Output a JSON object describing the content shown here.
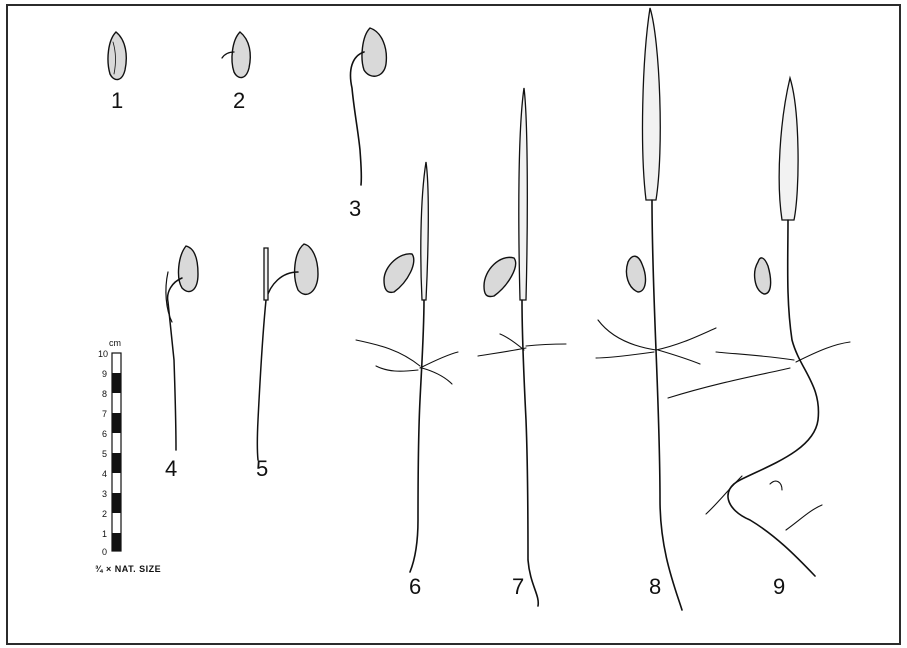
{
  "figure": {
    "stages": [
      {
        "id": "1",
        "label": "1"
      },
      {
        "id": "2",
        "label": "2"
      },
      {
        "id": "3",
        "label": "3"
      },
      {
        "id": "4",
        "label": "4"
      },
      {
        "id": "5",
        "label": "5"
      },
      {
        "id": "6",
        "label": "6"
      },
      {
        "id": "7",
        "label": "7"
      },
      {
        "id": "8",
        "label": "8"
      },
      {
        "id": "9",
        "label": "9"
      }
    ],
    "scale_bar": {
      "unit": "cm",
      "ticks": [
        "10",
        "9",
        "8",
        "7",
        "6",
        "5",
        "4",
        "3",
        "2",
        "1",
        "0"
      ],
      "caption": "¾ × NAT. SIZE"
    }
  }
}
